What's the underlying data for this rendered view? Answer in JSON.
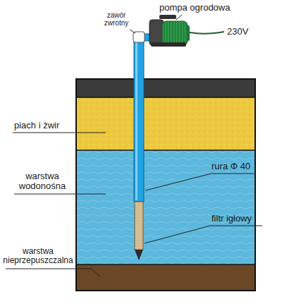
{
  "diagram": {
    "labels": [
      "pompa ogrodowa",
      "zawór zwrotny",
      "230V",
      "piach i żwir",
      "warstwa wodonośna",
      "rura Φ 40",
      "filtr igłowy",
      "warstwa nieprzepuszczalna"
    ]
  }
}
